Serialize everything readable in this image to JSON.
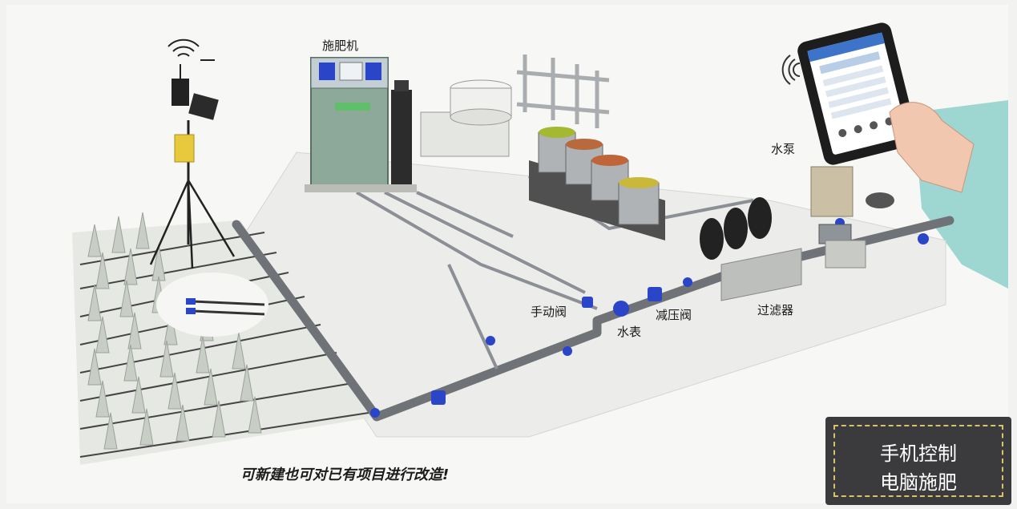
{
  "labels": {
    "fertilizer_machine": "施肥机",
    "water_pump": "水泵",
    "manual_valve": "手动阀",
    "water_meter": "水表",
    "pressure_reducing_valve": "减压阀",
    "filter": "过滤器"
  },
  "slogan": "可新建也可对已有项目进行改造!",
  "badge": {
    "line1": "手机控制",
    "line2": "电脑施肥"
  },
  "colors": {
    "pipe": "#6f7378",
    "valve": "#2a45c8",
    "cabinet": "#8da99a",
    "filter": "#222222",
    "badge_bg": "#3b3b3d",
    "badge_border": "#d9c36a",
    "teal_panel": "#9ed6d2"
  },
  "icons": [
    "weather-station-icon",
    "wifi-signal-icon",
    "smartphone-icon",
    "hand-icon"
  ]
}
